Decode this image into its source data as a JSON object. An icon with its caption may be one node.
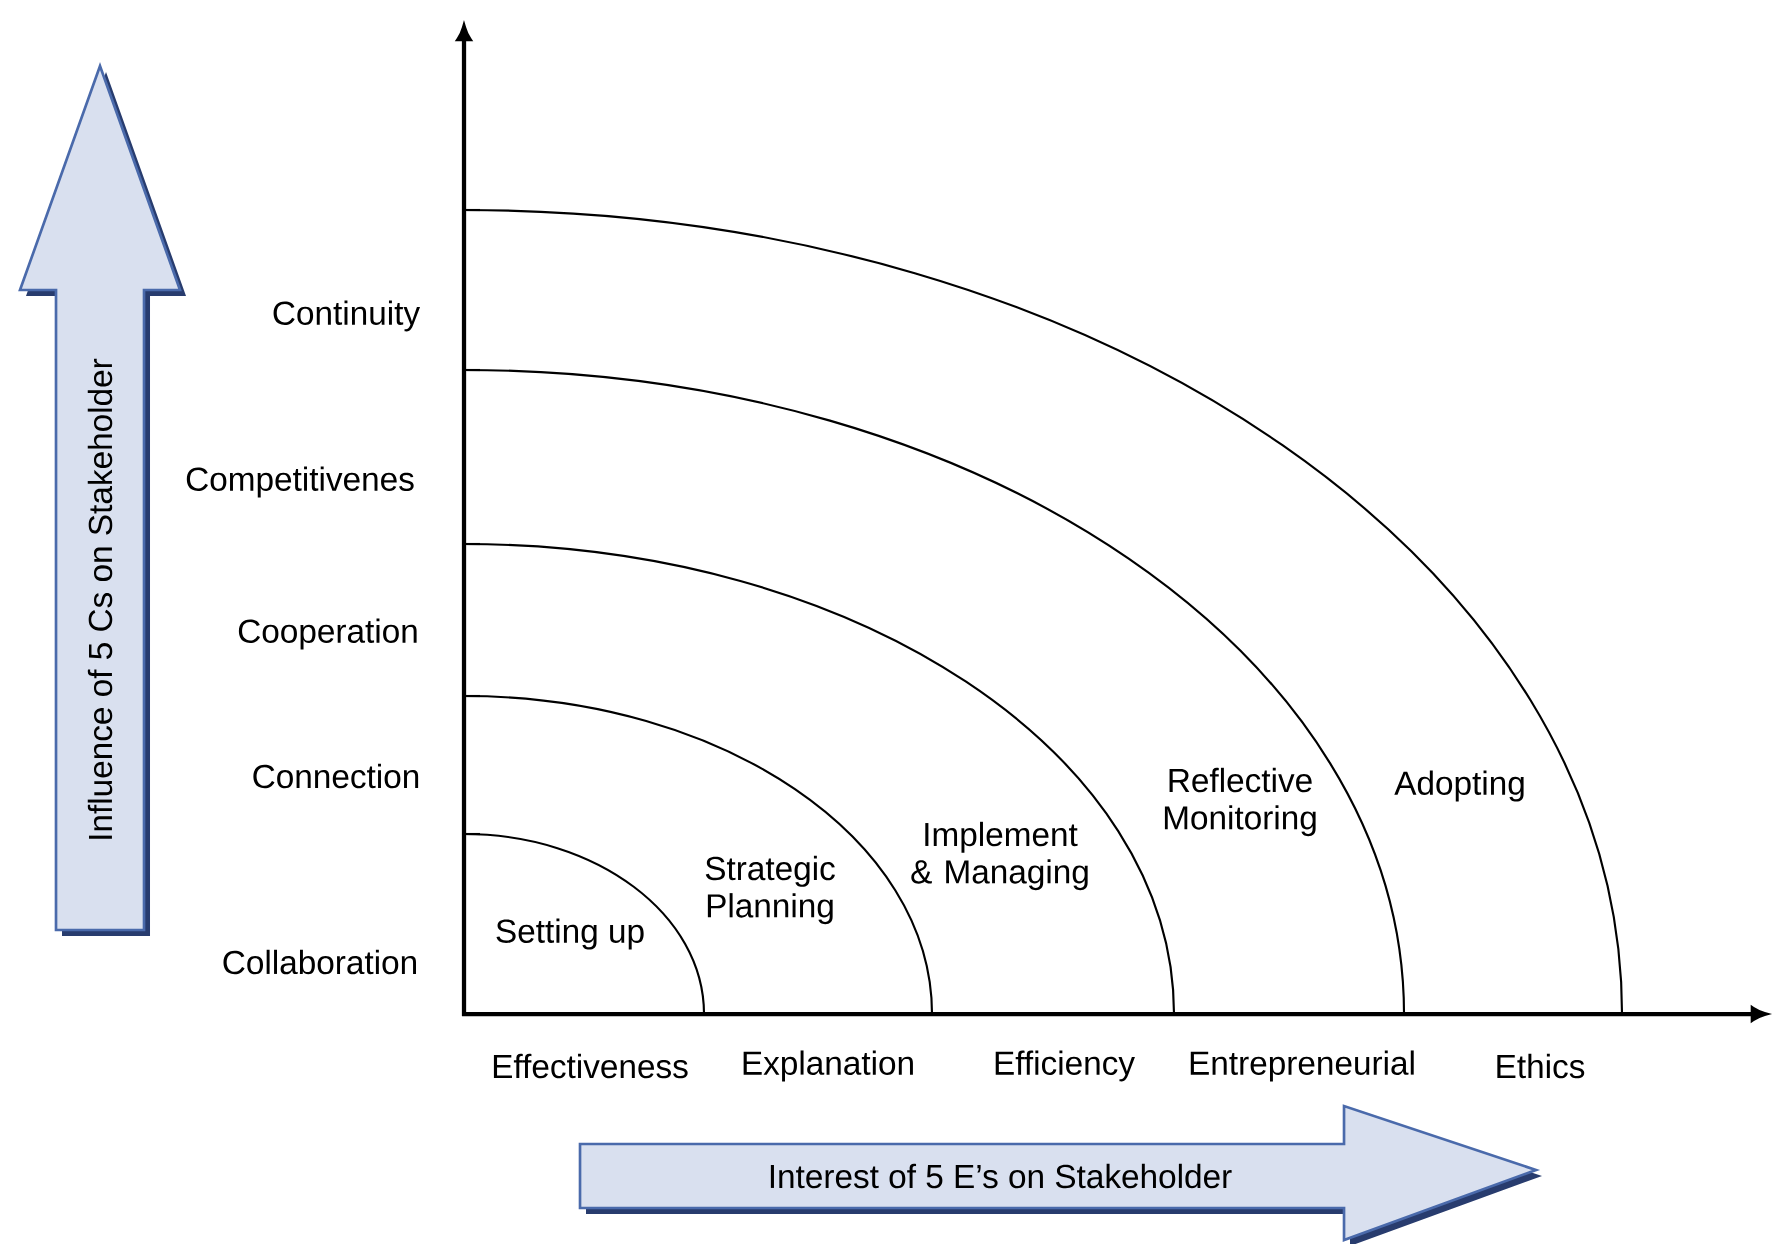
{
  "diagram": {
    "nodes": [
      {
        "text": [
          "Influence of 5 Cs on Stakeholder"
        ]
      },
      {
        "text": [
          "Interest of 5 E’s on Stakeholder"
        ]
      }
    ],
    "labels": [
      "Continuity",
      "Competitivenes",
      "Cooperation",
      "Connection",
      "Collaboration",
      "Setting up",
      "Strategic Planning",
      "Implement & Managing",
      "Reflective Monitoring",
      "Adopting",
      "Effectiveness",
      "Explanation",
      "Efficiency",
      "Entrepreneurial",
      "Ethics"
    ]
  }
}
